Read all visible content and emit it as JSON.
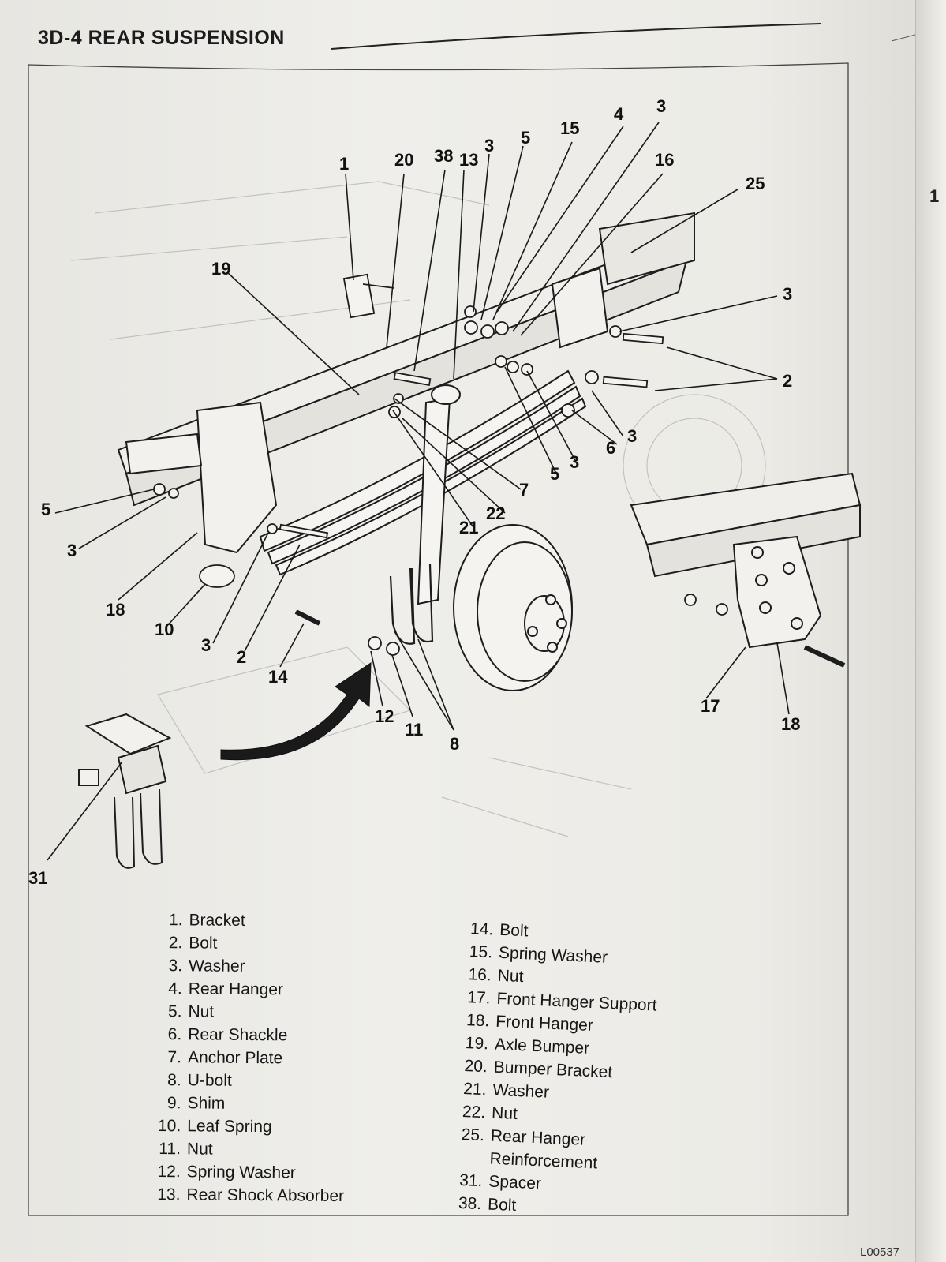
{
  "header": {
    "title": "3D-4 REAR SUSPENSION",
    "side_number": "1"
  },
  "figure_id": "L00537",
  "callouts": [
    "1",
    "20",
    "38",
    "13",
    "3",
    "5",
    "15",
    "4",
    "3",
    "16",
    "25",
    "19",
    "3",
    "2",
    "3",
    "6",
    "3",
    "5",
    "7",
    "22",
    "21",
    "5",
    "3",
    "18",
    "10",
    "3",
    "2",
    "14",
    "12",
    "11",
    "8",
    "17",
    "18",
    "31"
  ],
  "legend_left": [
    {
      "num": "1.",
      "label": "Bracket"
    },
    {
      "num": "2.",
      "label": "Bolt"
    },
    {
      "num": "3.",
      "label": "Washer"
    },
    {
      "num": "4.",
      "label": "Rear Hanger"
    },
    {
      "num": "5.",
      "label": "Nut"
    },
    {
      "num": "6.",
      "label": "Rear Shackle"
    },
    {
      "num": "7.",
      "label": "Anchor Plate"
    },
    {
      "num": "8.",
      "label": "U-bolt"
    },
    {
      "num": "9.",
      "label": "Shim"
    },
    {
      "num": "10.",
      "label": "Leaf Spring"
    },
    {
      "num": "11.",
      "label": "Nut"
    },
    {
      "num": "12.",
      "label": "Spring Washer"
    },
    {
      "num": "13.",
      "label": "Rear Shock Absorber"
    }
  ],
  "legend_right": [
    {
      "num": "14.",
      "label": "Bolt"
    },
    {
      "num": "15.",
      "label": "Spring Washer"
    },
    {
      "num": "16.",
      "label": "Nut"
    },
    {
      "num": "17.",
      "label": "Front Hanger Support"
    },
    {
      "num": "18.",
      "label": "Front Hanger"
    },
    {
      "num": "19.",
      "label": "Axle Bumper"
    },
    {
      "num": "20.",
      "label": "Bumper Bracket"
    },
    {
      "num": "21.",
      "label": "Washer"
    },
    {
      "num": "22.",
      "label": "Nut"
    },
    {
      "num": "25.",
      "label": "Rear Hanger",
      "cont": "Reinforcement"
    },
    {
      "num": "31.",
      "label": "Spacer"
    },
    {
      "num": "38.",
      "label": "Bolt"
    }
  ]
}
